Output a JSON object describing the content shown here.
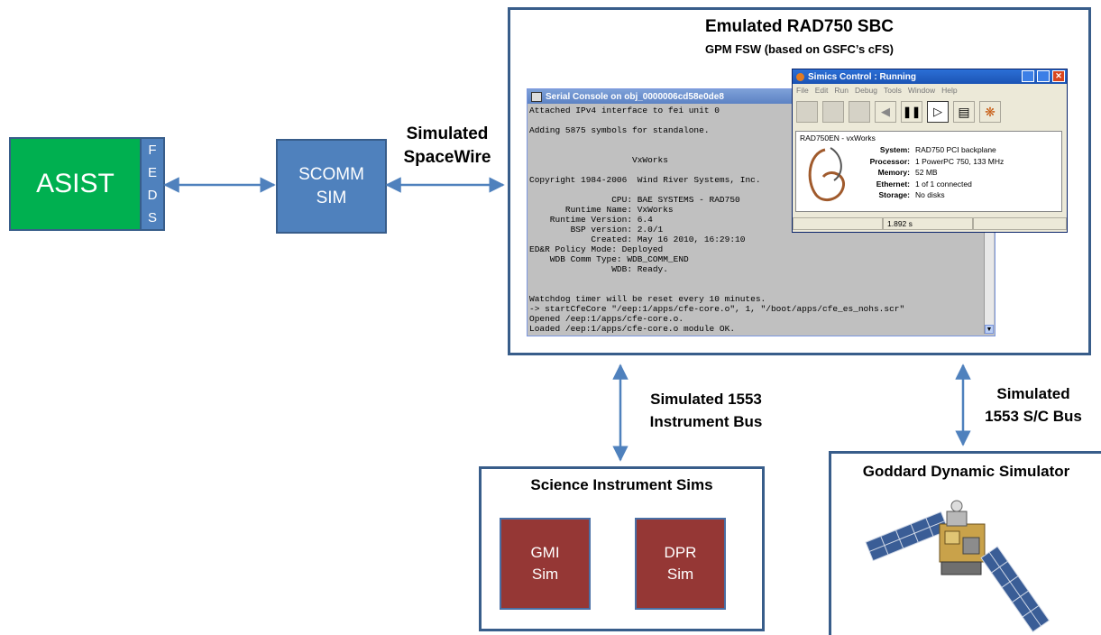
{
  "asist": {
    "label": "ASIST",
    "feds_letters": [
      "F",
      "E",
      "D",
      "S"
    ]
  },
  "scomm": {
    "line1": "SCOMM",
    "line2": "SIM"
  },
  "spacewire": {
    "line1": "Simulated",
    "line2": "SpaceWire"
  },
  "sbc": {
    "title": "Emulated RAD750 SBC",
    "subtitle": "GPM FSW  (based on GSFC’s cFS)"
  },
  "serial_console": {
    "title": "Serial Console on obj_0000006cd58e0de8",
    "lines": [
      "Attached IPv4 interface to fei unit 0",
      "",
      "Adding 5875 symbols for standalone.",
      "",
      "",
      "                    VxWorks",
      "",
      "Copyright 1984-2006  Wind River Systems, Inc.",
      "",
      "                CPU: BAE SYSTEMS - RAD750",
      "       Runtime Name: VxWorks",
      "    Runtime Version: 6.4",
      "        BSP version: 2.0/1",
      "            Created: May 16 2010, 16:29:10",
      "ED&R Policy Mode: Deployed",
      "    WDB Comm Type: WDB_COMM_END",
      "                WDB: Ready.",
      "",
      "",
      "Watchdog timer will be reset every 10 minutes.",
      "-> startCfeCore \"/eep:1/apps/cfe-core.o\", 1, \"/boot/apps/cfe_es_nohs.scr\"",
      "Opened /eep:1/apps/cfe-core.o.",
      "Loaded /eep:1/apps/cfe-core.o module OK."
    ]
  },
  "simics": {
    "title": "Simics Control : Running",
    "menu": [
      "File",
      "Edit",
      "Run",
      "Debug",
      "Tools",
      "Window",
      "Help"
    ],
    "panel_title": "RAD750EN - vxWorks",
    "fields": [
      {
        "key": "System:",
        "value": "RAD750 PCI backplane"
      },
      {
        "key": "Processor:",
        "value": "1 PowerPC 750, 133 MHz"
      },
      {
        "key": "Memory:",
        "value": "52 MB"
      },
      {
        "key": "Ethernet:",
        "value": "1 of 1 connected"
      },
      {
        "key": "Storage:",
        "value": "No disks"
      }
    ],
    "status_time": "1.892 s"
  },
  "instrument_bus": {
    "line1": "Simulated 1553",
    "line2": "Instrument Bus"
  },
  "sc_bus": {
    "line1": "Simulated",
    "line2": "1553 S/C Bus"
  },
  "science": {
    "title": "Science Instrument Sims",
    "gmi": {
      "line1": "GMI",
      "line2": "Sim"
    },
    "dpr": {
      "line1": "DPR",
      "line2": "Sim"
    }
  },
  "gds": {
    "title": "Goddard Dynamic Simulator"
  },
  "colors": {
    "frame": "#385d8a",
    "blue": "#4f81bd",
    "green": "#00b050",
    "red": "#953735"
  }
}
